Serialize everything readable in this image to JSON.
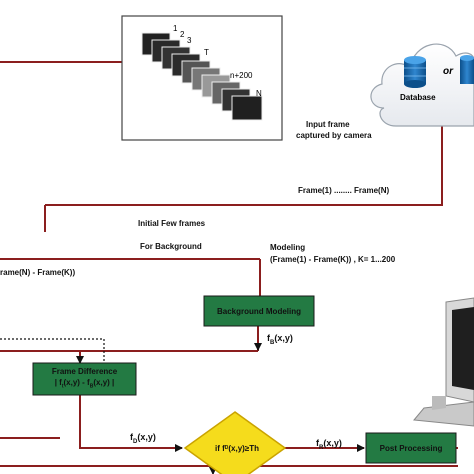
{
  "frames_caption_line1": "Input frame",
  "frames_caption_line2": "captured by camera",
  "frame_numbers": [
    "1",
    "2",
    "3",
    "T",
    "n+200",
    "N"
  ],
  "cloud": {
    "database_label": "Database",
    "or_label": "or"
  },
  "frame_range_label": "Frame(1) ........ Frame(N)",
  "initial_frames_label": "Initial Few frames",
  "for_background_label": "For Background",
  "modeling_line1": "Modeling",
  "modeling_line2": "(Frame(1) - Frame(K)) ,   K= 1...200",
  "left_diff_label": "rame(N) - Frame(K))",
  "background_modeling": {
    "label": "Background Modeling",
    "fill": "#237a43"
  },
  "fb_label": "f_B(x,y)",
  "frame_difference": {
    "title": "Frame Difference",
    "formula": "| f_t(x,y) - f_B(x,y) |",
    "fill": "#237a43"
  },
  "fd_label": "f_D(x,y)",
  "decision": {
    "label": "if f_D(x,y)≥Th",
    "fill": "#f5dc1c",
    "stroke": "#caa300"
  },
  "fr_label": "f_R(x,y)",
  "post_processing": {
    "label": "Post Processing",
    "fill": "#237a43"
  },
  "line_color": "#8b1e1e",
  "monitor_colors": {
    "frame": "#d8d8d8",
    "screen": "#1f1f1f"
  }
}
